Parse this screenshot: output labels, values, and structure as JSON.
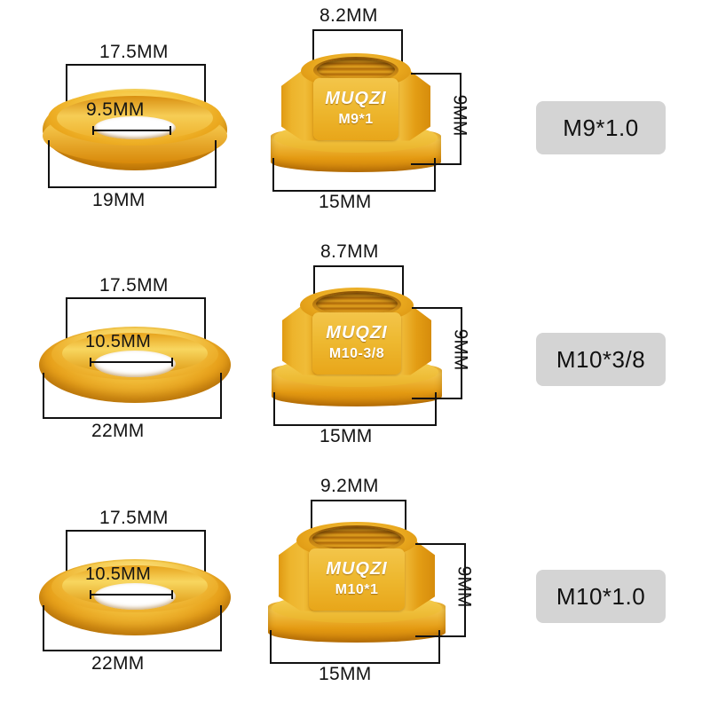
{
  "page": {
    "background": "#ffffff",
    "brand": "MUQZI",
    "gold_light": "#f7d45e",
    "gold_mid": "#f0b92f",
    "gold_dark": "#d5870a",
    "chip_background": "#d4d4d4",
    "line_color": "#111111"
  },
  "rows": [
    {
      "id": "row-m9",
      "washer": {
        "type": "flat-ring-washer",
        "outer_diameter": "19MM",
        "top_diameter": "17.5MM",
        "bore_diameter": "9.5MM"
      },
      "nut": {
        "type": "hex-flange-nut",
        "brand": "MUQZI",
        "spec": "M9*1",
        "bore_diameter": "8.2MM",
        "flange_diameter": "15MM",
        "height": "9MM"
      },
      "chip": {
        "label": "M9*1.0"
      }
    },
    {
      "id": "row-m10-38",
      "washer": {
        "type": "conical-washer",
        "outer_diameter": "22MM",
        "top_diameter": "17.5MM",
        "bore_diameter": "10.5MM"
      },
      "nut": {
        "type": "hex-flange-nut",
        "brand": "MUQZI",
        "spec": "M10-3/8",
        "bore_diameter": "8.7MM",
        "flange_diameter": "15MM",
        "height": "9MM"
      },
      "chip": {
        "label": "M10*3/8"
      }
    },
    {
      "id": "row-m10-1",
      "washer": {
        "type": "conical-washer",
        "outer_diameter": "22MM",
        "top_diameter": "17.5MM",
        "bore_diameter": "10.5MM"
      },
      "nut": {
        "type": "hex-flange-nut",
        "brand": "MUQZI",
        "spec": "M10*1",
        "bore_diameter": "9.2MM",
        "flange_diameter": "15MM",
        "height": "9MM"
      },
      "chip": {
        "label": "M10*1.0"
      }
    }
  ]
}
